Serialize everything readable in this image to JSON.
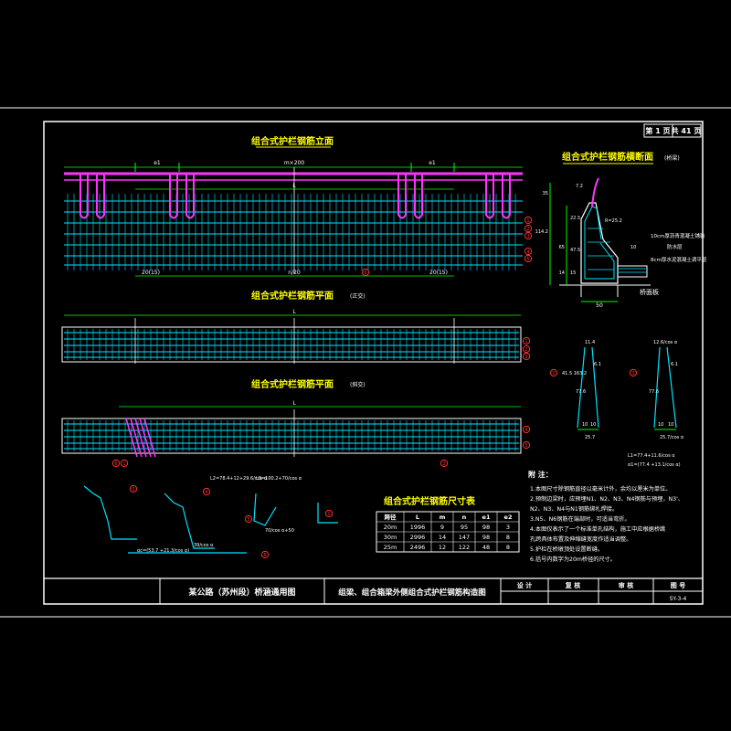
{
  "page_info": {
    "page_label": "第 1 页",
    "total_label": "共 41 页"
  },
  "titles": {
    "elevation": "组合式护栏钢筋立面",
    "plan_straight": "组合式护栏钢筋平面",
    "plan_straight_note": "(正交)",
    "plan_skew": "组合式护栏钢筋平面",
    "plan_skew_note": "(斜交)",
    "section": "组合式护栏钢筋横断面",
    "section_note": "(桥梁)",
    "table": "组合式护栏钢筋尺寸表"
  },
  "elevation_dims": {
    "top_left": "e1",
    "top_mid": "m×200",
    "top_right": "e1",
    "mid": "L",
    "bottom_left": "20(15)",
    "bottom_mid": "n/20",
    "bottom_right": "20(15)"
  },
  "plan_dims": {
    "plan_L": "L",
    "skew_L": "L"
  },
  "section_labels": {
    "layer1": "10cm厚沥青混凝土铺装",
    "layer2": "防水层",
    "layer3": "8cm厚水泥混凝土调平层",
    "deck": "桥面板",
    "width": "50",
    "dims_left": [
      "35",
      "65",
      "114.2",
      "14"
    ],
    "dims_mid": [
      "7.2",
      "22.5",
      "47.5",
      "15"
    ],
    "r_label": "R=25.2",
    "small": "10"
  },
  "bar_details": {
    "b1_label": "11.4",
    "b1_dims": [
      "6.1",
      "77.6",
      "10",
      "10",
      "25.7"
    ],
    "b1_side": "41.5\n163.2",
    "b2_label": "12.6/cos α",
    "b2_dims": [
      "6.1",
      "77.6",
      "10",
      "10",
      "25.7/cos α"
    ],
    "b2_formula1": "L1=77.4+11.6/cos α",
    "b2_formula2": "α1=(77.4 +13.1/cos α)"
  },
  "small_bars": {
    "f1": "L2=78.4+12+29.6/cos α",
    "f2": "L3=100.2+70/cos α",
    "f3": "αc=(53.7 +21.3/cos α)",
    "f4": "70/cos α+50",
    "f5": "39/cos α"
  },
  "table": {
    "headers": [
      "跨径",
      "L",
      "m",
      "n",
      "e1",
      "e2"
    ],
    "rows": [
      [
        "20m",
        "1996",
        "9",
        "95",
        "98",
        "3"
      ],
      [
        "30m",
        "2996",
        "14",
        "147",
        "98",
        "8"
      ],
      [
        "25m",
        "2496",
        "12",
        "122",
        "48",
        "8"
      ]
    ]
  },
  "notes": {
    "title": "附 注：",
    "items": [
      "1.本图尺寸除钢筋直径以毫米计外，余均以厘米为单位。",
      "2.预制边梁时，应预埋N1、N2、N3、N4钢筋与预埋，N3'、",
      "  N2、N3、N4与N1钢筋绑扎焊接。",
      "3.N5、N6钢筋在端部时，可适当弯折。",
      "4.本图仅表示了一个标准单孔结构，施工中应根据桥跳",
      "  孔跨具体布置及伸缩缝宽度作适当调整。",
      "5.护栏在桥墩顶处设置断缝。",
      "6.括号内数字为20m桥径的尺寸。"
    ]
  },
  "title_block": {
    "project": "某公路（苏州段）桥涵通用图",
    "drawing": "组梁、组合箱梁外侧组合式护栏钢筋构造图",
    "design": "设 计",
    "review": "复 核",
    "check": "审 核",
    "drawing_no_label": "图 号",
    "drawing_no": "SY-3-4"
  },
  "callouts": [
    "1",
    "2",
    "3",
    "4",
    "5",
    "6"
  ],
  "colors": {
    "frame": "#ffffff",
    "rebar": "#00e5ff",
    "stirrup": "#ff33ff",
    "dim": "#00ff00",
    "callout": "#ff3333",
    "title": "#ffff00",
    "label": "#ffffff"
  }
}
